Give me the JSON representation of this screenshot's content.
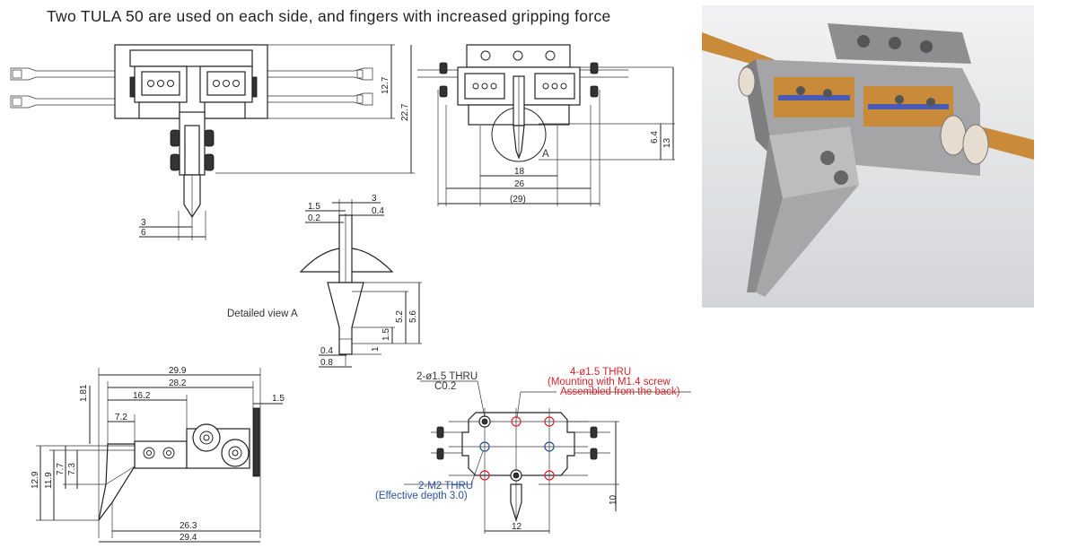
{
  "title": "Two TULA 50 are used on each side, and fingers with increased gripping force",
  "detail_label": "Detailed view A",
  "detail_marker": "A",
  "dims": {
    "front_12_7": "12.7",
    "front_22_7": "22.7",
    "front_3": "3",
    "front_6": "6",
    "side_6_4": "6.4",
    "side_13": "13",
    "side_18": "18",
    "side_26": "26",
    "side_29": "(29)",
    "det_1_5": "1.5",
    "det_0_2": "0.2",
    "det_3": "3",
    "det_0_4_top": "0.4",
    "det_5_2": "5.2",
    "det_5_6": "5.6",
    "det_1_5b": "1.5",
    "det_1": "1",
    "det_0_4": "0.4",
    "det_0_8": "0.8",
    "bot_29_9": "29.9",
    "bot_28_2": "28.2",
    "bot_16_2": "16.2",
    "bot_7_2": "7.2",
    "bot_1_81": "1.81",
    "bot_1_5": "1.5",
    "bot_12_9": "12.9",
    "bot_11_9": "11.9",
    "bot_7_7": "7.7",
    "bot_7_3": "7.3",
    "bot_26_3": "26.3",
    "bot_29_4": "29.4",
    "plate_12": "12",
    "plate_10": "10"
  },
  "notes": {
    "hole_2_phi": "2-ø1.5 THRU",
    "hole_c02": "C0.2",
    "hole_4_phi": "4-ø1.5 THRU",
    "hole_4_line2": "(Mounting with M1.4 screw",
    "hole_4_line3": "Assembled from the back)",
    "hole_m2": "2-M2 THRU",
    "hole_m2_depth": "(Effective depth 3.0)"
  },
  "colors": {
    "note_red": "#d9242a",
    "note_blue": "#2950a0",
    "render_bg": "#e8e8ea",
    "render_gold": "#c98b3a",
    "render_grey": "#9a9a9c"
  }
}
